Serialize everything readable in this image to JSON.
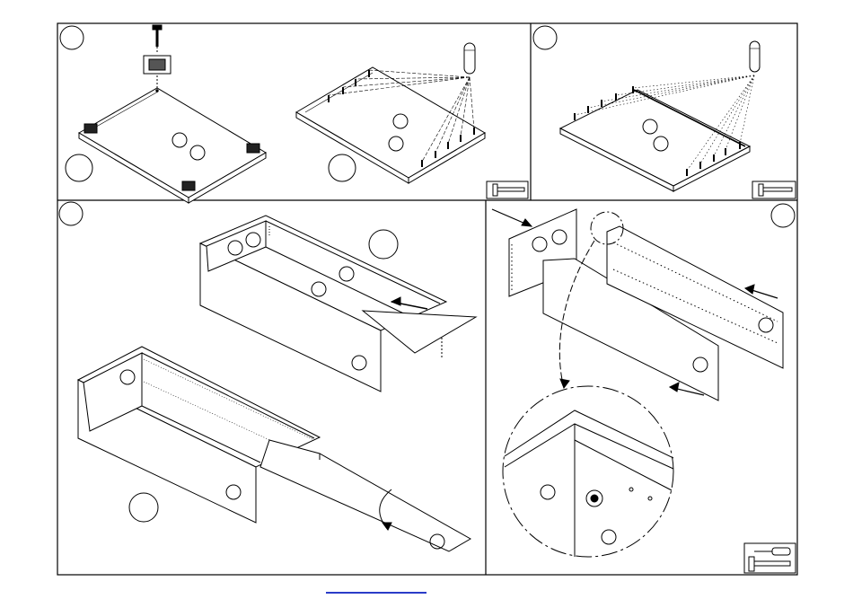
{
  "sheet": {
    "panels": [
      {
        "id": "panel-base",
        "step_label": ""
      },
      {
        "id": "panel-dowels",
        "step_label": ""
      },
      {
        "id": "panel-back-dowels",
        "step_label": ""
      },
      {
        "id": "panel-box-assembly",
        "step_label": ""
      },
      {
        "id": "panel-side-panels",
        "step_label": ""
      }
    ],
    "tools": [
      "hammer-icon",
      "screwdriver-icon"
    ],
    "colors": {
      "line": "#000000",
      "paper": "#ffffff",
      "link": "#2a3cc8"
    }
  }
}
